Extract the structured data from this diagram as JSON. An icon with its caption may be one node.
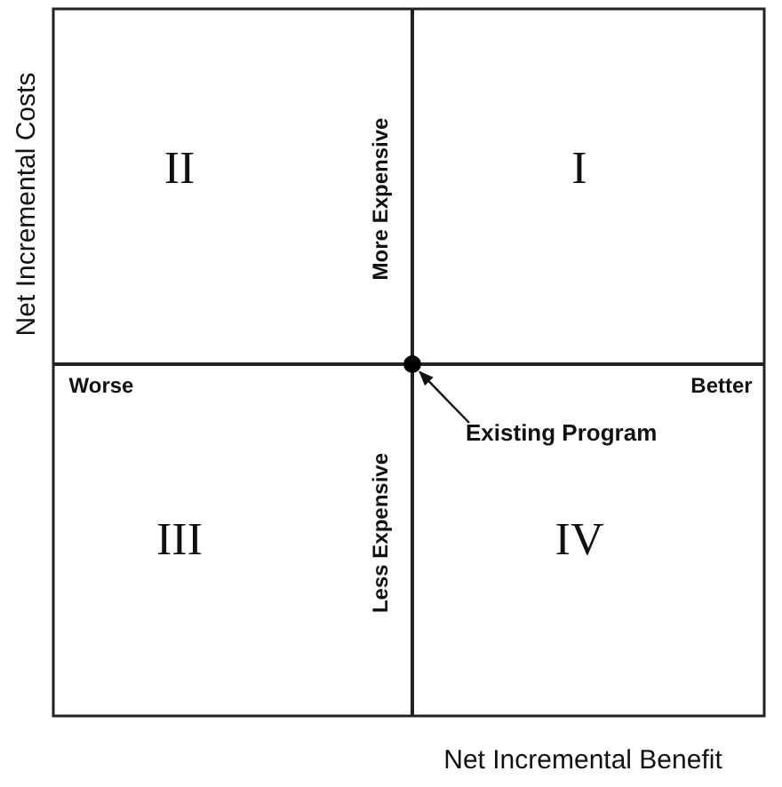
{
  "diagram": {
    "nodes": [
      {
        "text": [
          "II"
        ]
      },
      {
        "text": [
          "I"
        ]
      },
      {
        "text": [
          "III"
        ]
      },
      {
        "text": [
          "IV"
        ]
      },
      {
        "text": [],
        "shape": "circle"
      },
      {
        "text": [
          "Existing Program"
        ]
      }
    ],
    "edges": [
      {
        "from": 5,
        "to": 4,
        "arrow": "to"
      }
    ],
    "labels": [
      "Net Incremental Costs",
      "More Expensive",
      "Worse",
      "Better",
      "Less Expensive",
      "Net Incremental Benefit"
    ]
  }
}
